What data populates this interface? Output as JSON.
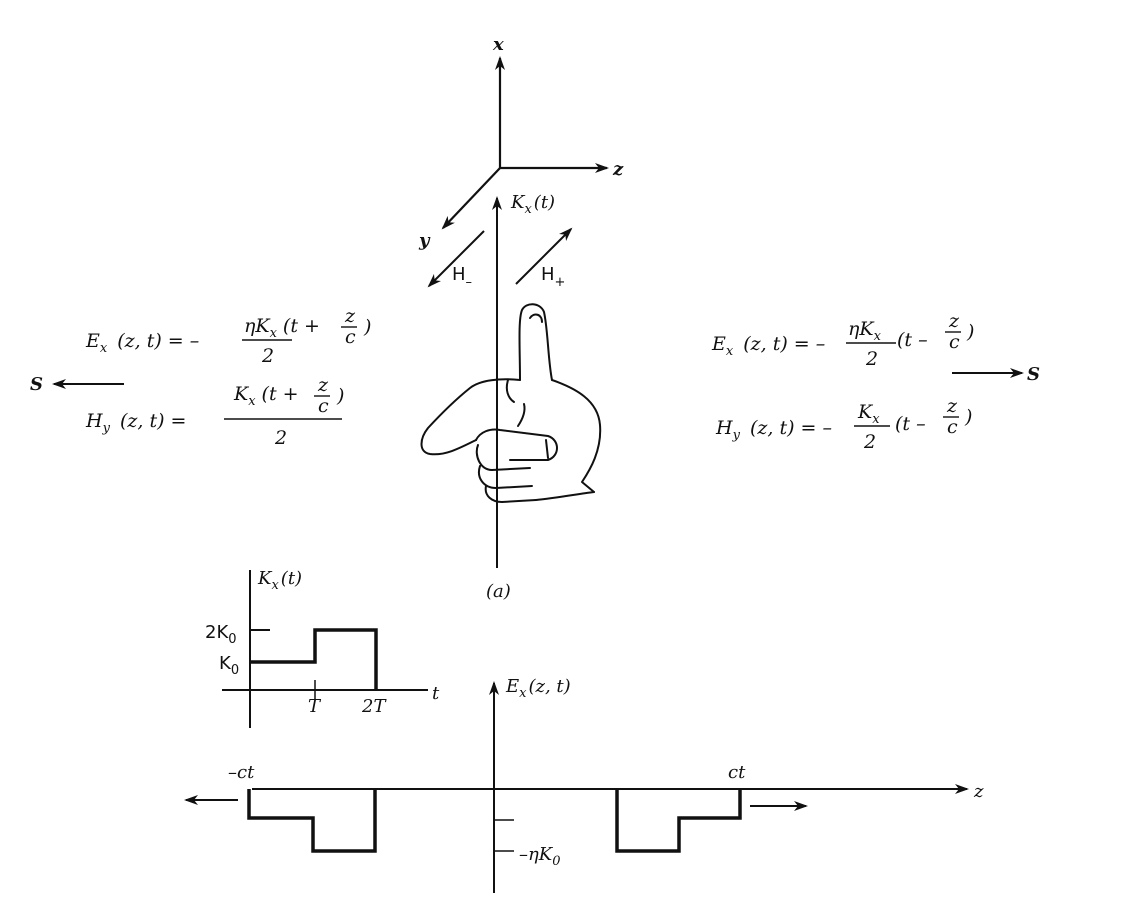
{
  "axes3d": {
    "x_label": "x",
    "y_label": "y",
    "z_label": "z"
  },
  "source": {
    "current_label": "K",
    "current_sub": "x",
    "current_arg": "(t)",
    "h_minus": "H",
    "h_minus_sub": "–",
    "h_plus": "H",
    "h_plus_sub": "+",
    "caption": "(a)"
  },
  "left_eqs": {
    "poynting": "S",
    "ex_lhs": "E",
    "ex_sub": "x",
    "ex_args": "(z, t) = –",
    "ex_num": "ηK",
    "ex_num_sub": "x",
    "ex_num_tail": "(t +",
    "ex_den": "2",
    "ex_frac_num": "z",
    "ex_frac_den": "c",
    "ex_close": ")",
    "hy_lhs": "H",
    "hy_sub": "y",
    "hy_args": "(z, t) =",
    "hy_num": "K",
    "hy_num_sub": "x",
    "hy_num_tail": "(t +",
    "hy_frac_num": "z",
    "hy_frac_den": "c",
    "hy_close": ")",
    "hy_den": "2"
  },
  "right_eqs": {
    "poynting": "S",
    "ex_lhs": "E",
    "ex_sub": "x",
    "ex_args": "(z, t) = –",
    "ex_num": "ηK",
    "ex_num_sub": "x",
    "ex_den": "2",
    "ex_tail": "(t –",
    "ex_frac_num": "z",
    "ex_frac_den": "c",
    "ex_close": ")",
    "hy_lhs": "H",
    "hy_sub": "y",
    "hy_args": "(z, t) = –",
    "hy_num": "K",
    "hy_num_sub": "x",
    "hy_den": "2",
    "hy_tail": "(t –",
    "hy_frac_num": "z",
    "hy_frac_den": "c",
    "hy_close": ")"
  },
  "pulse_plot": {
    "y_label": "K",
    "y_sub": "x",
    "y_arg": "(t)",
    "x_label": "t",
    "level_high": "2K",
    "level_high_sub": "0",
    "level_low": "K",
    "level_low_sub": "0",
    "tick_1": "T",
    "tick_2": "2T"
  },
  "field_plot": {
    "y_label": "E",
    "y_sub": "x",
    "y_arg": "(z, t)",
    "x_label": "z",
    "left_mark": "–ct",
    "right_mark": "ct",
    "level": "–ηK",
    "level_sub": "0"
  }
}
